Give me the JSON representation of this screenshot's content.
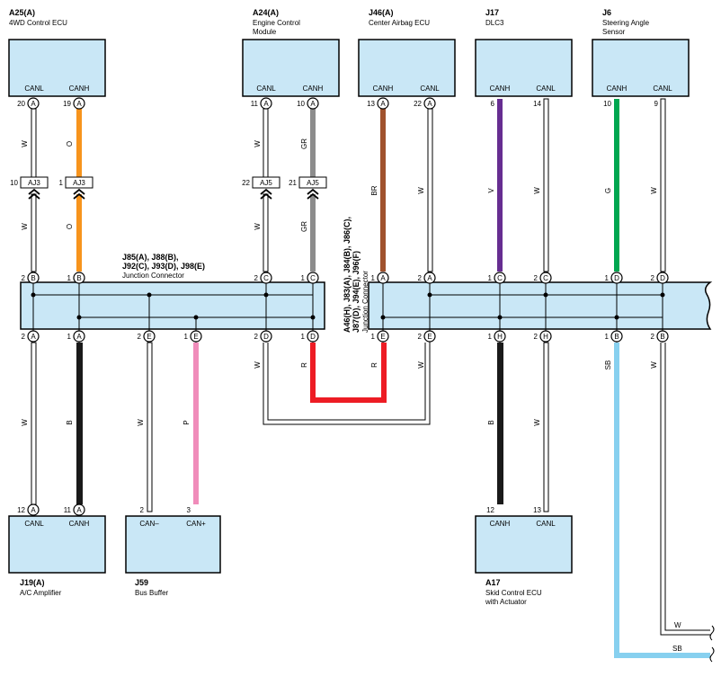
{
  "colors": {
    "orange": "#f7941d",
    "gray": "#8c8c8c",
    "brown": "#a0522d",
    "purple": "#662d91",
    "green": "#00a650",
    "black": "#1a1a1a",
    "pink": "#f08cba",
    "red": "#ed1c24",
    "skyblue": "#87d0ef",
    "box_fill": "#c9e7f6"
  },
  "components": {
    "a25": {
      "code": "A25(A)",
      "name": "4WD Control ECU",
      "pin_left": "CANL",
      "pin_right": "CANH"
    },
    "a24": {
      "code": "A24(A)",
      "name1": "Engine Control",
      "name2": "Module",
      "pin_left": "CANL",
      "pin_right": "CANH"
    },
    "j46": {
      "code": "J46(A)",
      "name": "Center Airbag ECU",
      "pin_left": "CANH",
      "pin_right": "CANL"
    },
    "j17": {
      "code": "J17",
      "name": "DLC3",
      "pin_left": "CANH",
      "pin_right": "CANL"
    },
    "j6": {
      "code": "J6",
      "name1": "Steering Angle",
      "name2": "Sensor",
      "pin_left": "CANH",
      "pin_right": "CANL"
    },
    "j19": {
      "code": "J19(A)",
      "name": "A/C Amplifier",
      "pin_left": "CANL",
      "pin_right": "CANH"
    },
    "j59": {
      "code": "J59",
      "name": "Bus Buffer",
      "pin_left": "CAN–",
      "pin_right": "CAN+"
    },
    "a17": {
      "code": "A17",
      "name1": "Skid Control ECU",
      "name2": "with Actuator",
      "pin_left": "CANH",
      "pin_right": "CANL"
    }
  },
  "junction_left": {
    "line1": "J85(A), J88(B),",
    "line2": "J92(C), J93(D), J98(E)",
    "line3": "Junction Connector"
  },
  "junction_right": {
    "line1": "A46(H), J83(A), J84(B), J86(C),",
    "line2": "J87(D), J94(E), J96(F)",
    "line3": "Junction Connector"
  },
  "top_pins": {
    "a25_l": {
      "num": "20",
      "letter": "A"
    },
    "a25_r": {
      "num": "19",
      "letter": "A"
    },
    "a24_l": {
      "num": "11",
      "letter": "A"
    },
    "a24_r": {
      "num": "10",
      "letter": "A"
    },
    "j46_l": {
      "num": "13",
      "letter": "A"
    },
    "j46_r": {
      "num": "22",
      "letter": "A"
    },
    "j17_l": {
      "num": "6"
    },
    "j17_r": {
      "num": "14"
    },
    "j6_l": {
      "num": "10"
    },
    "j6_r": {
      "num": "9"
    }
  },
  "aj": {
    "aj3a": {
      "label": "AJ3",
      "num": "10"
    },
    "aj3b": {
      "label": "AJ3",
      "num": "1"
    },
    "aj5a": {
      "label": "AJ5",
      "num": "22"
    },
    "aj5b": {
      "label": "AJ5",
      "num": "21"
    }
  },
  "wire_labels": {
    "a25_l_up": "W",
    "a25_r_up": "O",
    "a25_l_dn": "W",
    "a25_r_dn": "O",
    "a24_l_up": "W",
    "a24_r_up": "GR",
    "a24_l_dn": "W",
    "a24_r_dn": "GR",
    "j46_l": "BR",
    "j46_r": "W",
    "j17_l": "V",
    "j17_r": "W",
    "j6_l": "G",
    "j6_r": "W",
    "b_j19_l": "W",
    "b_j19_r": "B",
    "b_j59_l": "W",
    "b_j59_r": "P",
    "b_d_l": "W",
    "b_d_r": "R",
    "b_e_l": "R",
    "b_e_r": "W",
    "b_h_l": "B",
    "b_h_r": "W",
    "b_b_l": "SB",
    "b_b_r": "W",
    "off_w": "W",
    "off_sb": "SB"
  },
  "jc_top_pins": [
    {
      "num": "2",
      "letter": "B"
    },
    {
      "num": "1",
      "letter": "B"
    },
    {
      "num": "2",
      "letter": "C"
    },
    {
      "num": "1",
      "letter": "C"
    },
    {
      "num": "1",
      "letter": "A"
    },
    {
      "num": "2",
      "letter": "A"
    },
    {
      "num": "1",
      "letter": "C"
    },
    {
      "num": "2",
      "letter": "C"
    },
    {
      "num": "1",
      "letter": "D"
    },
    {
      "num": "2",
      "letter": "D"
    }
  ],
  "jc_bot_pins": [
    {
      "num": "2",
      "letter": "A"
    },
    {
      "num": "1",
      "letter": "A"
    },
    {
      "num": "2",
      "letter": "E"
    },
    {
      "num": "1",
      "letter": "E"
    },
    {
      "num": "2",
      "letter": "D"
    },
    {
      "num": "1",
      "letter": "D"
    },
    {
      "num": "1",
      "letter": "E"
    },
    {
      "num": "2",
      "letter": "E"
    },
    {
      "num": "1",
      "letter": "H"
    },
    {
      "num": "2",
      "letter": "H"
    },
    {
      "num": "1",
      "letter": "B"
    },
    {
      "num": "2",
      "letter": "B"
    }
  ],
  "bottom_pins": {
    "j19_l": {
      "num": "12",
      "letter": "A"
    },
    "j19_r": {
      "num": "11",
      "letter": "A"
    },
    "j59_l": {
      "num": "2"
    },
    "j59_r": {
      "num": "3"
    },
    "a17_l": {
      "num": "12"
    },
    "a17_r": {
      "num": "13"
    }
  }
}
